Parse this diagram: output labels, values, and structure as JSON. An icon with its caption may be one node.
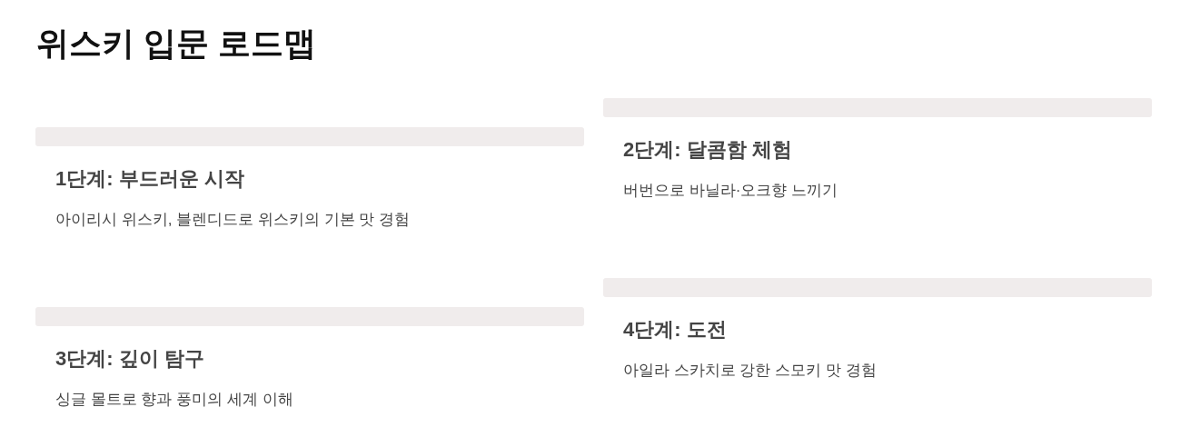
{
  "diagram": {
    "title": "위스키 입문 로드맵",
    "nodes": [
      {
        "text": [
          "1단계: 부드러운 시작",
          "아이리시 위스키, 블렌디드로 위스키의 기본 맛 경험"
        ]
      },
      {
        "text": [
          "2단계: 달콤함 체험",
          "버번으로 바닐라·오크향 느끼기"
        ]
      },
      {
        "text": [
          "3단계: 깊이 탐구",
          "싱글 몰트로 향과 풍미의 세계 이해"
        ]
      },
      {
        "text": [
          "4단계: 도전",
          "아일라 스카치로 강한 스모키 맛 경험"
        ]
      }
    ]
  }
}
